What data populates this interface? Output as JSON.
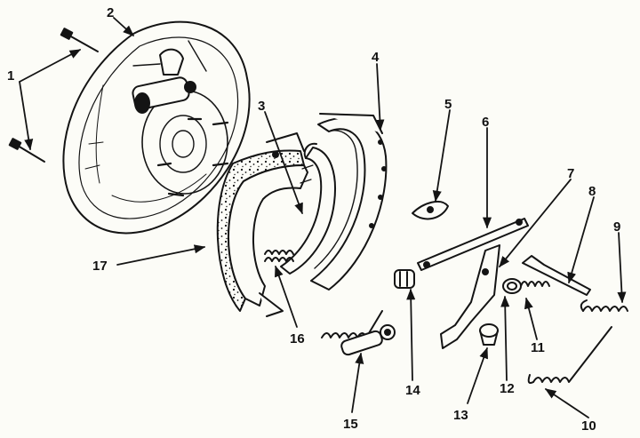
{
  "diagram": {
    "callouts": [
      "1",
      "2",
      "3",
      "4",
      "5",
      "6",
      "7",
      "8",
      "9",
      "10",
      "11",
      "12",
      "13",
      "14",
      "15",
      "16",
      "17"
    ]
  },
  "colors": {
    "ink": "#141414",
    "paper": "#fcfcf7"
  }
}
